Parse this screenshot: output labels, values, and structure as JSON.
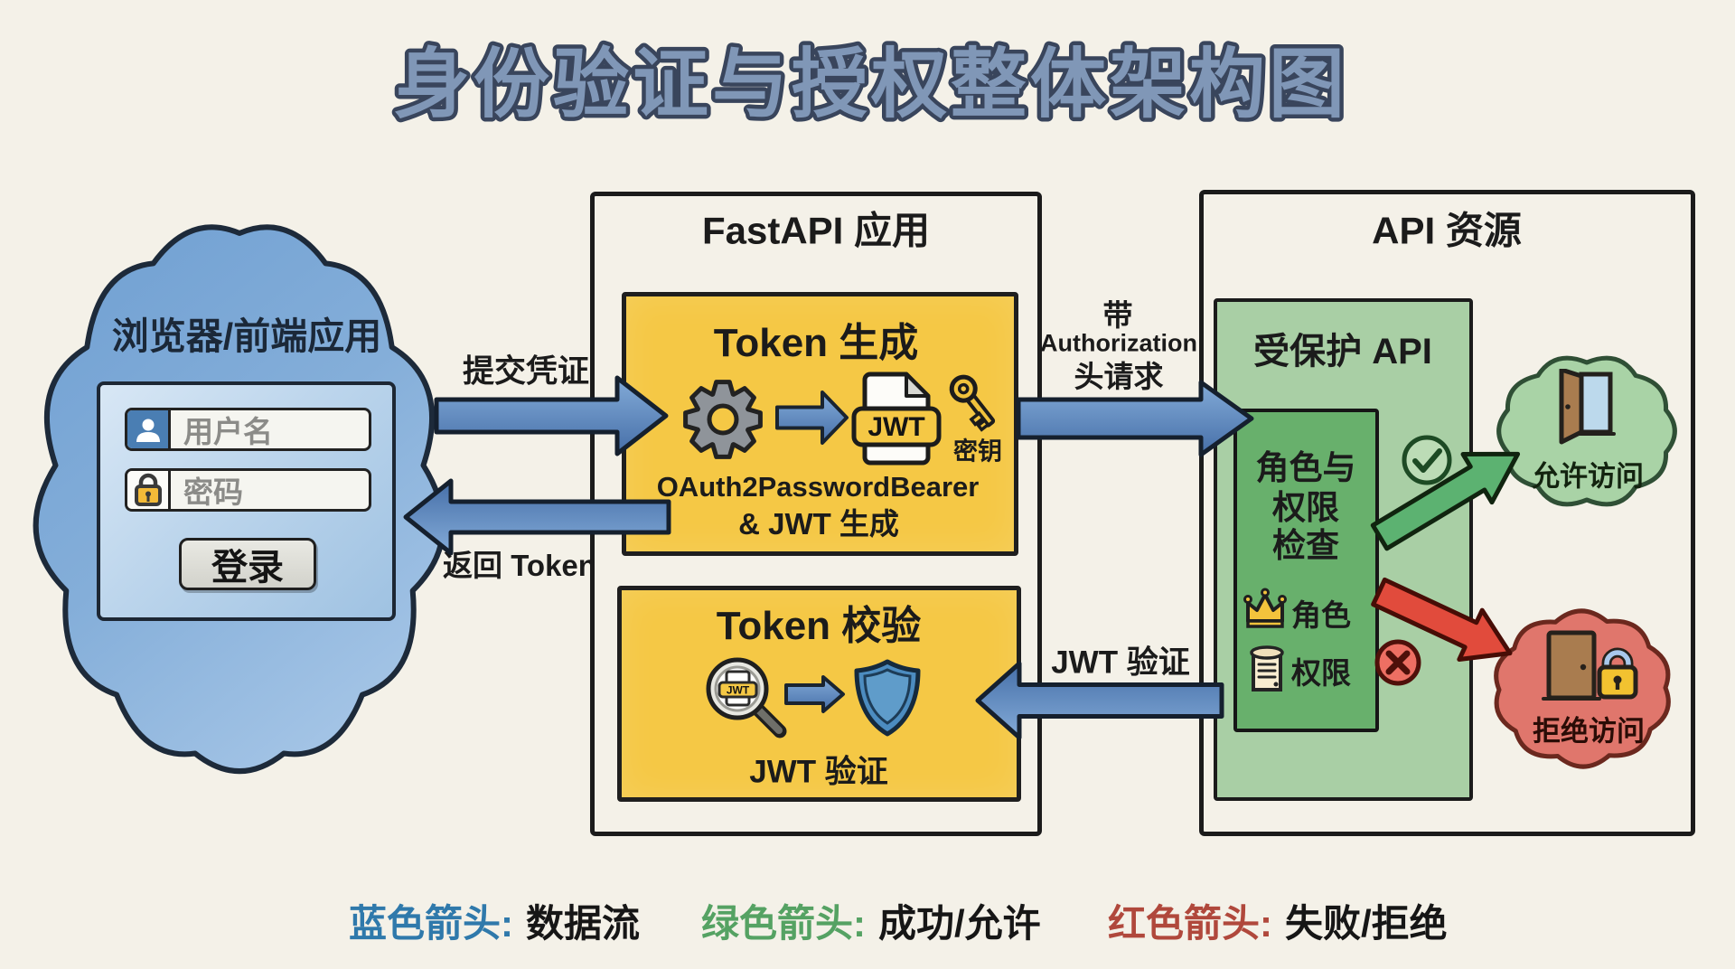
{
  "title": "身份验证与授权整体架构图",
  "browser_cloud": {
    "title": "浏览器/前端应用",
    "form": {
      "username_placeholder": "用户名",
      "password_placeholder": "密码",
      "login_label": "登录"
    }
  },
  "fastapi_panel": {
    "title": "FastAPI 应用",
    "token_generation": {
      "title": "Token 生成",
      "jwt_badge": "JWT",
      "key_caption": "密钥",
      "caption_line1": "OAuth2PasswordBearer",
      "caption_line2": "& JWT 生成"
    },
    "token_validation": {
      "title": "Token 校验",
      "jwt_badge": "JWT",
      "caption": "JWT 验证"
    }
  },
  "api_panel": {
    "title": "API 资源",
    "protected_api": {
      "title": "受保护 API",
      "rbac_line1": "角色与",
      "rbac_line2": "权限",
      "rbac_line3": "检查",
      "role_label": "角色",
      "permission_label": "权限"
    },
    "allow_cloud_label": "允许访问",
    "deny_cloud_label": "拒绝访问"
  },
  "flow_labels": {
    "submit_credentials": "提交凭证",
    "return_token": "返回 Token",
    "auth_header_line1": "带",
    "auth_header_line2": "Authorization",
    "auth_header_line3": "头请求",
    "jwt_verification": "JWT 验证"
  },
  "legend": {
    "blue": {
      "label": "蓝色箭头:",
      "value": "数据流",
      "color": "#2f79ab"
    },
    "green": {
      "label": "绿色箭头:",
      "value": "成功/允许",
      "color": "#55a263"
    },
    "red": {
      "label": "红色箭头:",
      "value": "失败/拒绝",
      "color": "#b0483c"
    }
  },
  "colors": {
    "background": "#f4f1e8",
    "title_fill": "#8097b7",
    "title_outline": "#39455c",
    "blue_arrow": "#5286bf",
    "green_arrow": "#5cb271",
    "red_arrow": "#e14b3c",
    "yellow_box": "#f5c845",
    "protected_outer": "#a9cfa5",
    "protected_inner": "#68b06c",
    "browser_cloud": "#7ea9d8",
    "allow_cloud": "#a9d3a6",
    "deny_cloud": "#e0766c"
  }
}
